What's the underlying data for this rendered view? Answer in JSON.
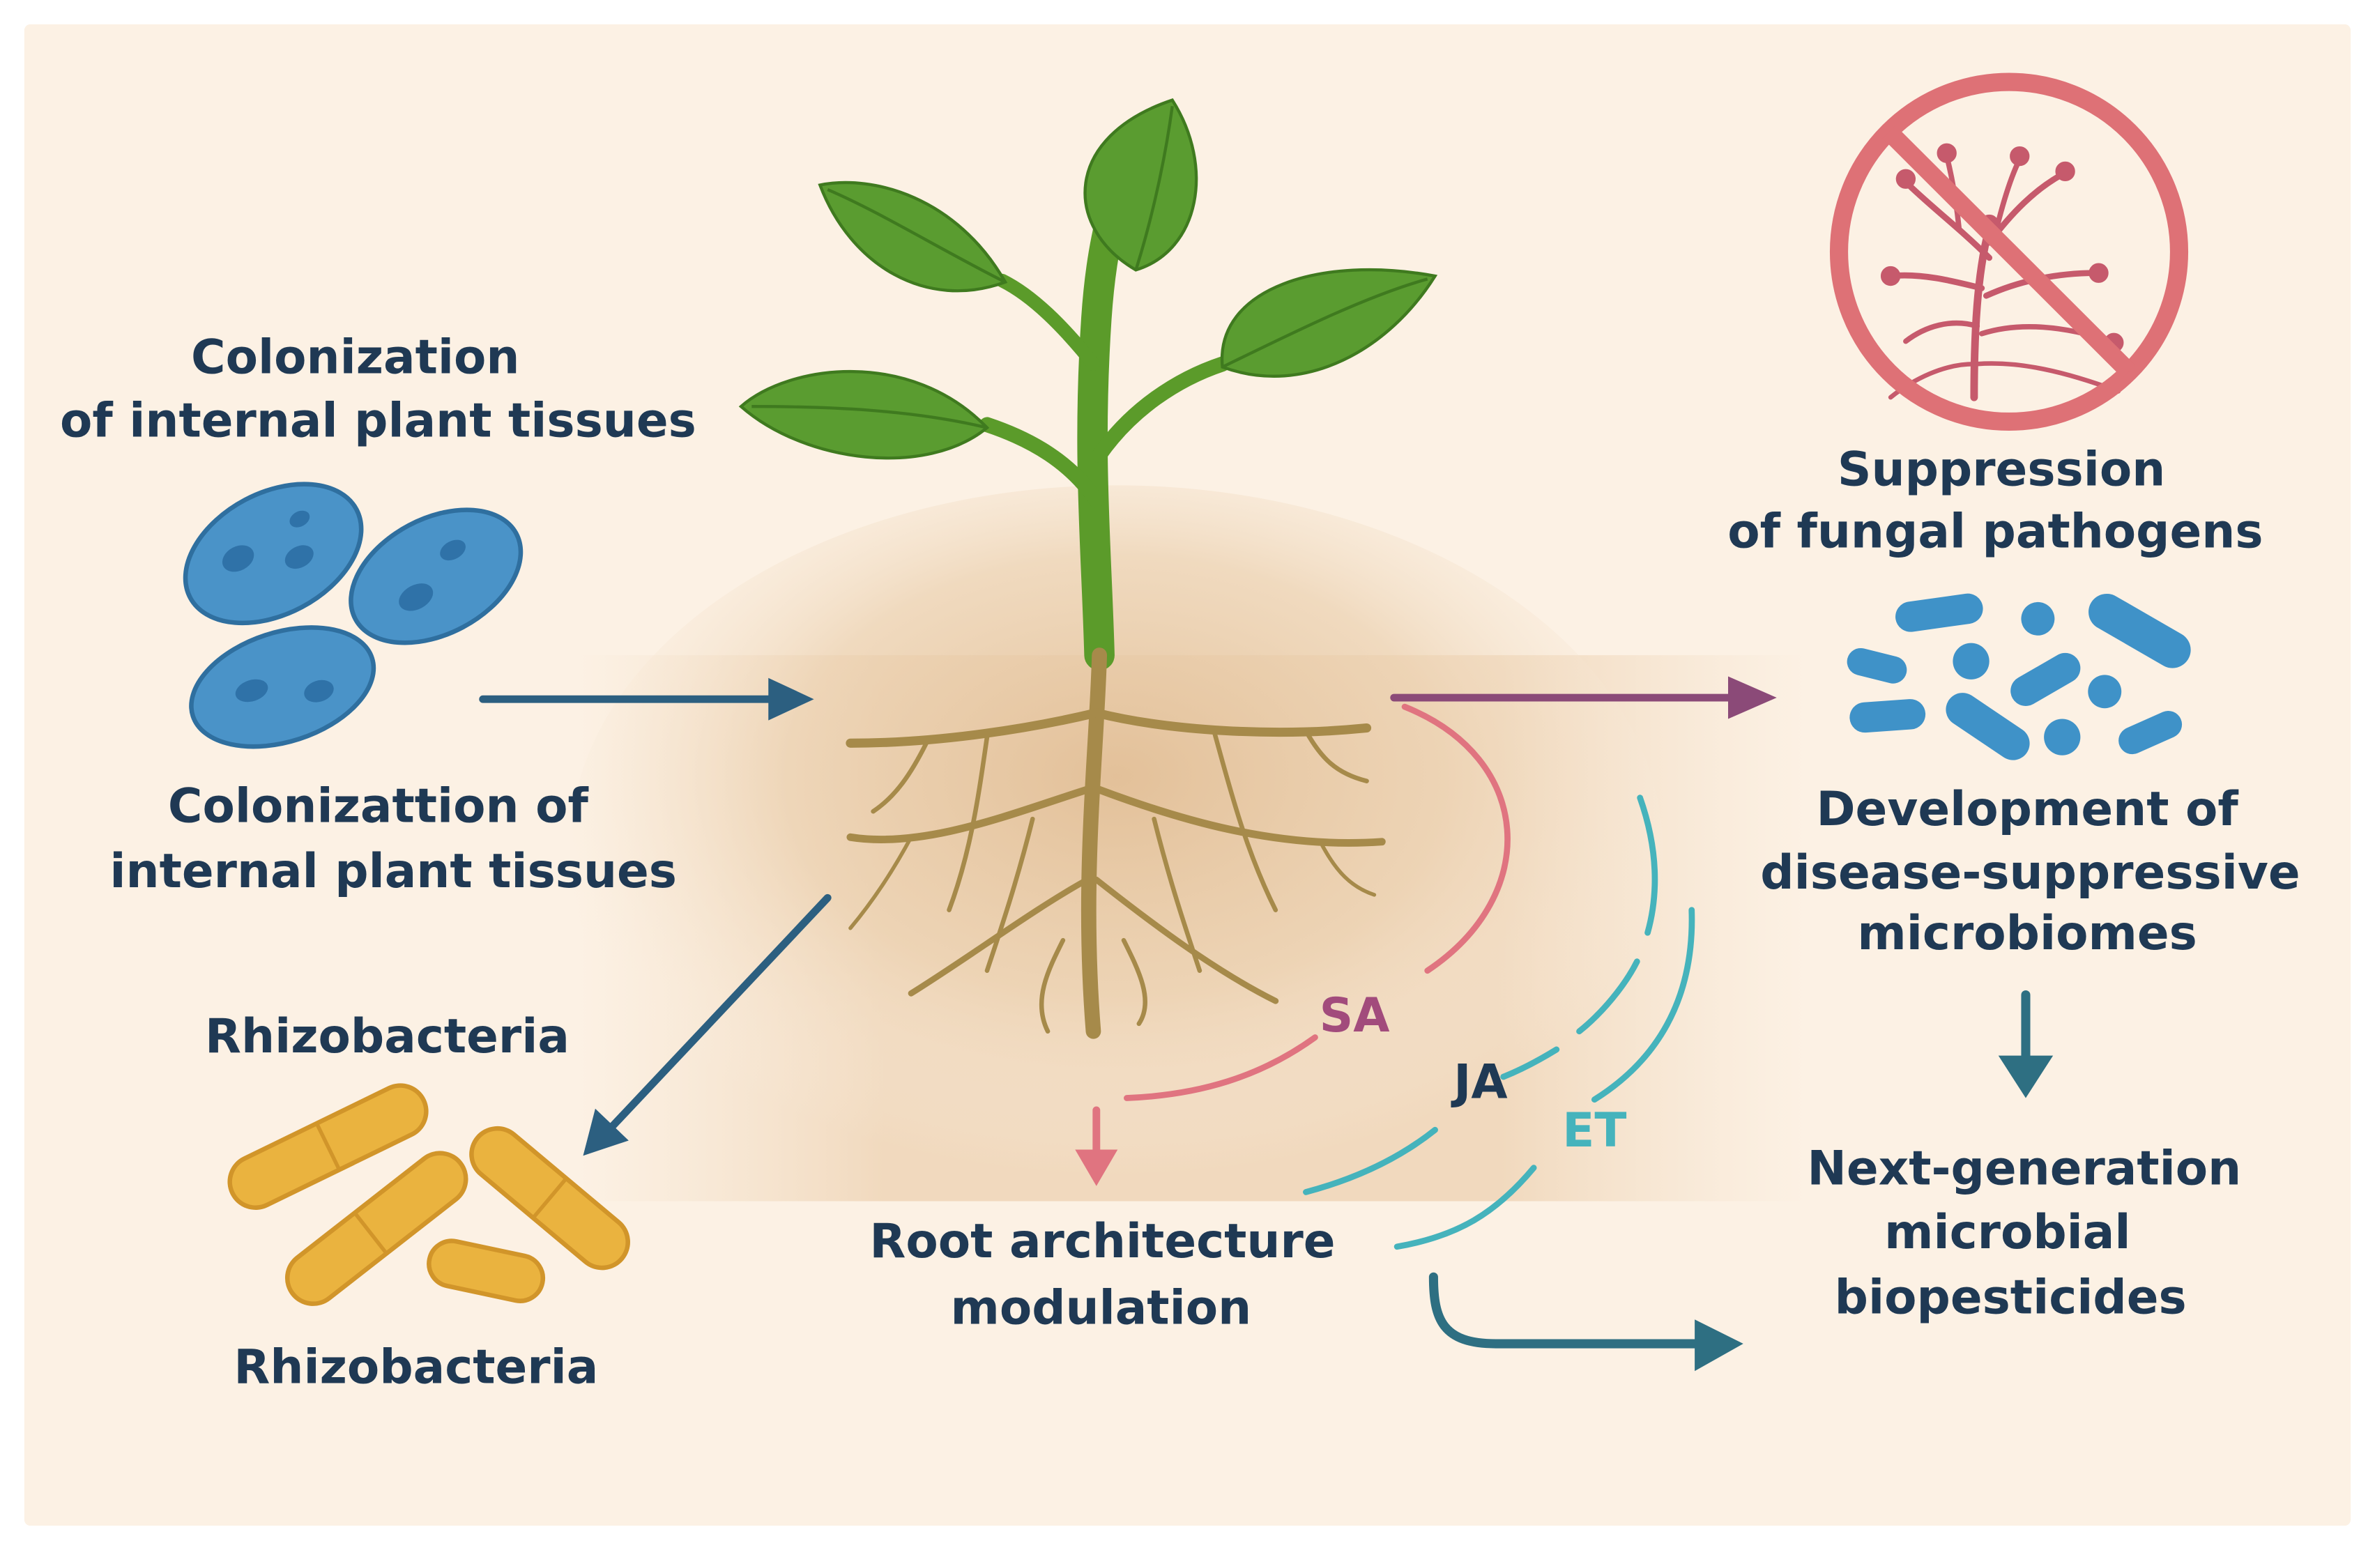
{
  "colors": {
    "background": "#fcf1e4",
    "frame": "#ffffff",
    "text_dark": "#1f3954",
    "arrow_blue": "#2c5f80",
    "arrow_teal": "#2e6f82",
    "arrow_purple": "#8b4a78",
    "sa_pink": "#e07480",
    "sa_label": "#a24b7c",
    "teal_line": "#45b3bc",
    "endophyte_blue": "#4a93c8",
    "rhizobacteria_orange": "#eab33f",
    "leaf_green": "#5a9c30",
    "stem_green": "#5b9b2a",
    "root_brown": "#a68a4a",
    "soil": "#e8cba8",
    "prohibit_red": "#de7176",
    "fungus_red": "#c65a6c",
    "microbiome_blue": "#3f92c8"
  },
  "icons": [
    "plant-seedling-icon",
    "roots-icon",
    "endophyte-cells-icon",
    "rhizobacteria-rods-icon",
    "fungal-pathogen-icon",
    "prohibition-sign-icon",
    "microbiome-cluster-icon"
  ],
  "labels": {
    "colonization_top_line1": "Colonization",
    "colonization_top_line2": "of internal plant tissues",
    "colonization_bottom_line1": "Colonizattion of",
    "colonization_bottom_line2": "internal plant tissues",
    "rhizobacteria_top": "Rhizobacteria",
    "rhizobacteria_bottom": "Rhizobacteria",
    "suppression_line1": "Suppression",
    "suppression_line2": "of fungal pathogens",
    "development_line1": "Development of",
    "development_line2": "disease-suppressive",
    "development_line3": "microbiomes",
    "next_gen_line1": "Next-generation",
    "next_gen_line2": "microbial",
    "next_gen_line3": "biopesticides",
    "root_arch_line1": "Root architecture",
    "root_arch_line2": "modulation",
    "sa": "SA",
    "ja": "JA",
    "et": "ET"
  }
}
